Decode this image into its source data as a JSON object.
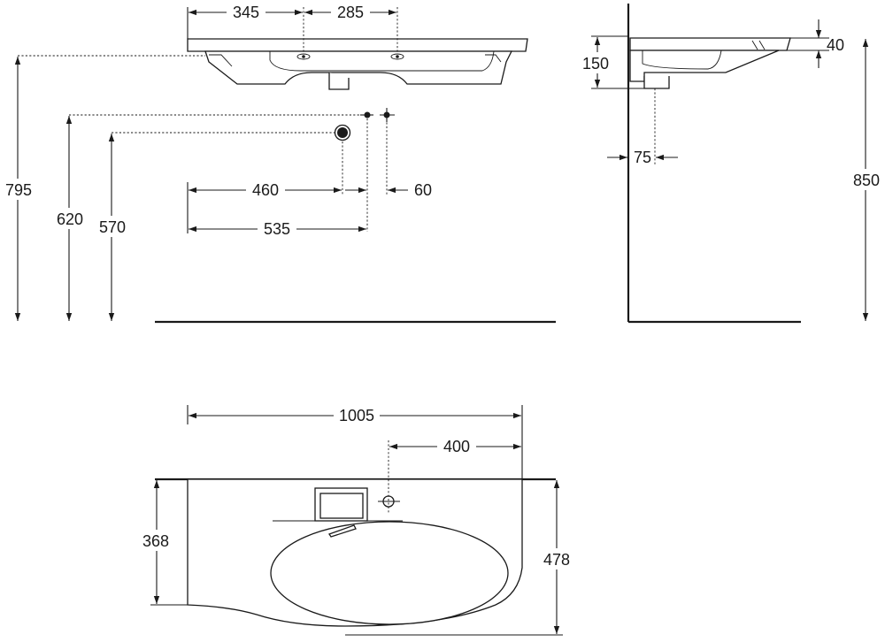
{
  "dimensions": {
    "front": {
      "tap_offset": "345",
      "tap_spacing": "285",
      "rim_height": "795",
      "supply_height": "620",
      "drain_height": "570",
      "drain_offset": "460",
      "supply_spacing": "60",
      "supply_offset": "535"
    },
    "side": {
      "bowl_depth": "150",
      "rim_thickness": "40",
      "wall_offset": "75",
      "total_height": "850"
    },
    "top": {
      "width": "1005",
      "tap_hole_offset": "400",
      "bowl_depth_left": "368",
      "depth": "478"
    }
  }
}
